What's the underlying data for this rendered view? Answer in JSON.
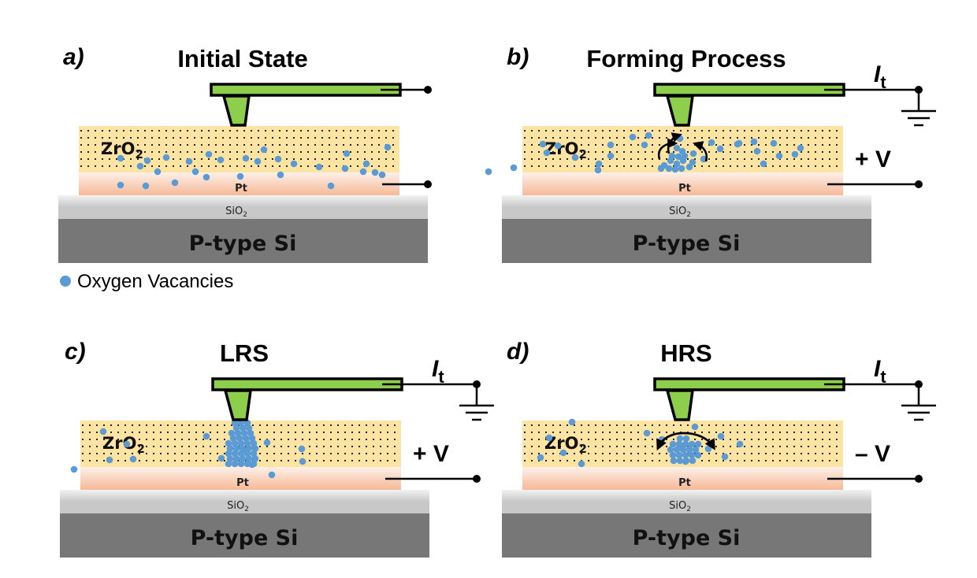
{
  "colors": {
    "cantilever": "#8dce4d",
    "zro2": "#fde4a2",
    "pt_top": "#fdf0ea",
    "pt_bottom": "#f6b996",
    "sio2_top": "#f2f2f2",
    "sio2_bottom": "#c8c8c8",
    "si": "#777777",
    "vacancy": "#5b9bd5"
  },
  "legend": {
    "label": "Oxygen Vacancies"
  },
  "panels": [
    {
      "id": "a",
      "label": "a)",
      "title": "Initial State",
      "current_label": "",
      "voltage_label": "",
      "grounded": false,
      "layers": {
        "zro2": "ZrO",
        "zro2_sub": "2",
        "pt": "Pt",
        "sio2": "SiO",
        "sio2_sub": "2",
        "si": "P-type Si"
      },
      "vacancy_state": "dispersed",
      "arrows": "none"
    },
    {
      "id": "b",
      "label": "b)",
      "title": "Forming Process",
      "current_label": "I",
      "current_sub": "t",
      "voltage_label": "+ V",
      "grounded": true,
      "layers": {
        "zro2": "ZrO",
        "zro2_sub": "2",
        "pt": "Pt",
        "sio2": "SiO",
        "sio2_sub": "2",
        "si": "P-type Si"
      },
      "vacancy_state": "migrating toward Pt under tip",
      "arrows": "upward"
    },
    {
      "id": "c",
      "label": "c)",
      "title": "LRS",
      "current_label": "I",
      "current_sub": "t",
      "voltage_label": "+ V",
      "grounded": true,
      "layers": {
        "zro2": "ZrO",
        "zro2_sub": "2",
        "pt": "Pt",
        "sio2": "SiO",
        "sio2_sub": "2",
        "si": "P-type Si"
      },
      "vacancy_state": "conductive filament formed",
      "arrows": "none"
    },
    {
      "id": "d",
      "label": "d)",
      "title": "HRS",
      "current_label": "I",
      "current_sub": "t",
      "voltage_label": "– V",
      "grounded": true,
      "layers": {
        "zro2": "ZrO",
        "zro2_sub": "2",
        "pt": "Pt",
        "sio2": "SiO",
        "sio2_sub": "2",
        "si": "P-type Si"
      },
      "vacancy_state": "filament ruptured",
      "arrows": "lateral"
    }
  ]
}
